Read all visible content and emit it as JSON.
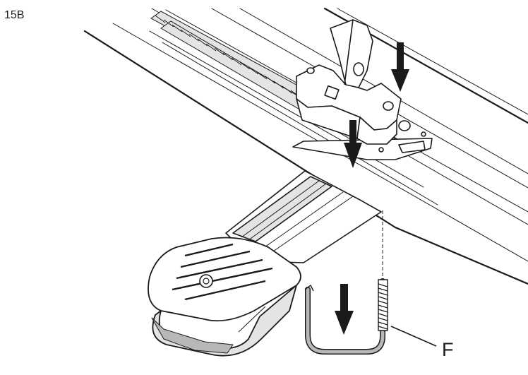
{
  "figure": {
    "step_label": "15B",
    "callouts": [
      {
        "id": "f",
        "text": "F"
      }
    ],
    "icons": [
      "down-arrow-icon",
      "down-arrow-icon",
      "down-arrow-icon"
    ],
    "colors": {
      "ink": "#1a1a1a",
      "paper": "#ffffff",
      "mid_gray": "#b8b8b8",
      "light_gray": "#e4e4e4"
    }
  }
}
